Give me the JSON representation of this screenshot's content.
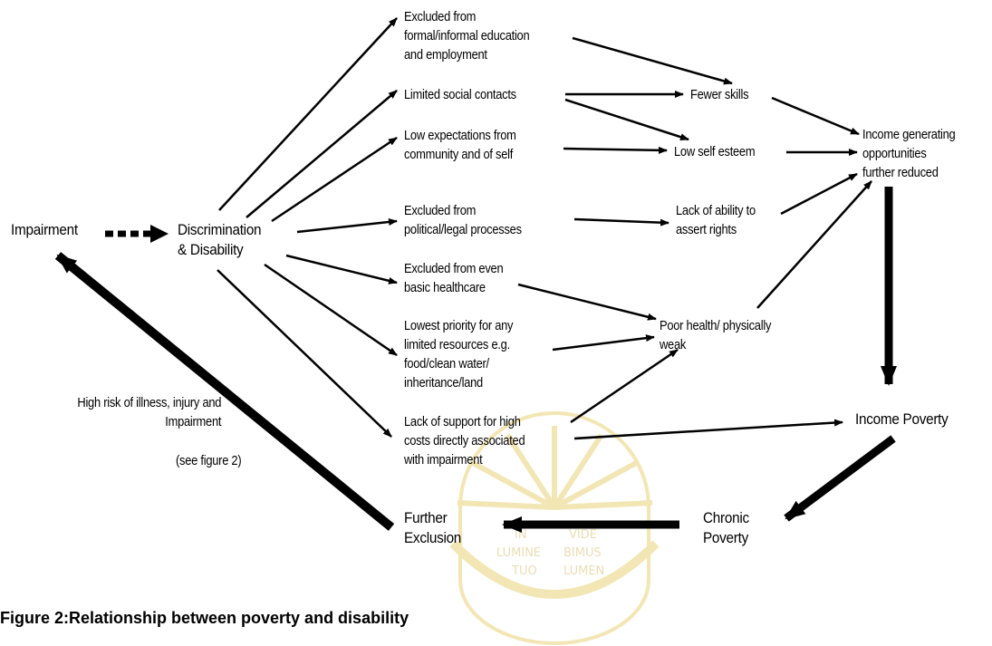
{
  "nodes": {
    "impairment": "Impairment",
    "discrimination": "Discrimination\n& Disability",
    "excluded_education": "Excluded from\nformal/informal education\nand employment",
    "limited_social": "Limited social contacts",
    "low_expectations": "Low expectations from\ncommunity and of self",
    "excluded_political": "Excluded from\npolitical/legal processes",
    "excluded_healthcare": "Excluded from even\nbasic healthcare",
    "lowest_priority": "Lowest priority for any\nlimited resources e.g.\nfood/clean water/\ninheritance/land",
    "lack_support": "Lack of support for high\ncosts directly associated\nwith impairment",
    "fewer_skills": "Fewer skills",
    "low_self_esteem": "Low self esteem",
    "lack_ability": "Lack of ability to\nassert rights",
    "poor_health": "Poor health/ physically\nweak",
    "income_opportunities": "Income generating\nopportunities\nfurther reduced",
    "income_poverty": "Income Poverty",
    "chronic_poverty": "Chronic\nPoverty",
    "further_exclusion": "Further\nExclusion",
    "high_risk": "High risk of illness, injury and\nImpairment",
    "see_figure": "(see figure 2)"
  },
  "caption": "Figure 2:Relationship between poverty and disability",
  "watermark": {
    "line1_left": "IN",
    "line1_right": "VIDE",
    "line2_left": "LUMINE",
    "line2_right": "BIMUS",
    "line3_left": "TUO",
    "line3_right": "LUMEN",
    "color": "#e8c64a"
  }
}
